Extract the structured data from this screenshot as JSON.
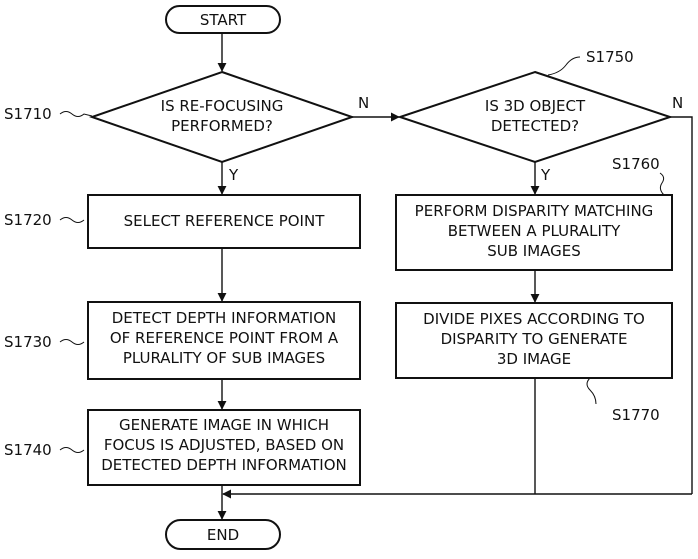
{
  "start": "START",
  "end": "END",
  "yes": "Y",
  "no": "N",
  "s1710": {
    "id": "S1710",
    "lines": [
      "IS RE-FOCUSING",
      "PERFORMED?"
    ]
  },
  "s1720": {
    "id": "S1720",
    "lines": [
      "SELECT REFERENCE POINT"
    ]
  },
  "s1730": {
    "id": "S1730",
    "lines": [
      "DETECT DEPTH INFORMATION",
      "OF REFERENCE POINT FROM A",
      "PLURALITY OF SUB IMAGES"
    ]
  },
  "s1740": {
    "id": "S1740",
    "lines": [
      "GENERATE IMAGE IN WHICH",
      "FOCUS IS ADJUSTED, BASED ON",
      "DETECTED DEPTH INFORMATION"
    ]
  },
  "s1750": {
    "id": "S1750",
    "lines": [
      "IS 3D OBJECT",
      "DETECTED?"
    ]
  },
  "s1760": {
    "id": "S1760",
    "lines": [
      "PERFORM DISPARITY MATCHING",
      "BETWEEN A PLURALITY",
      "SUB IMAGES"
    ]
  },
  "s1770": {
    "id": "S1770",
    "lines": [
      "DIVIDE PIXES ACCORDING TO",
      "DISPARITY TO GENERATE",
      "3D IMAGE"
    ]
  }
}
